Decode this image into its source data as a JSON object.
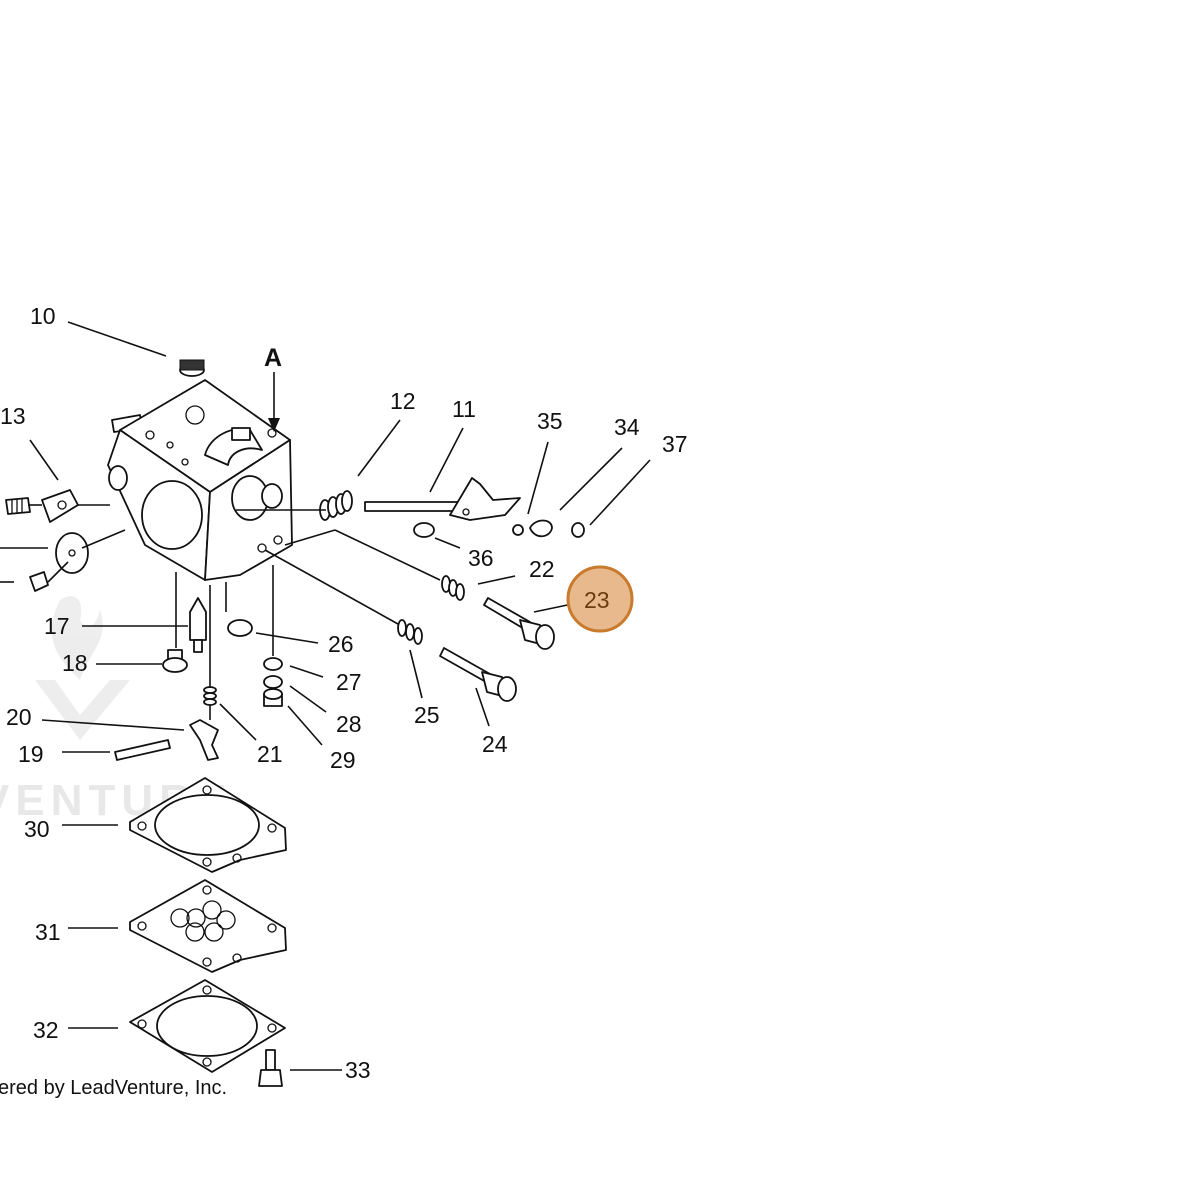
{
  "callouts": {
    "c10": "10",
    "cA": "A",
    "c13": "13",
    "c12": "12",
    "c11": "11",
    "c35": "35",
    "c34": "34",
    "c37": "37",
    "c36": "36",
    "c22": "22",
    "c23": "23",
    "c17": "17",
    "c18": "18",
    "c26": "26",
    "c27": "27",
    "c28": "28",
    "c29": "29",
    "c25": "25",
    "c24": "24",
    "c20": "20",
    "c19": "19",
    "c21": "21",
    "c30": "30",
    "c31": "31",
    "c32": "32",
    "c33": "33"
  },
  "highlighted_part": "23",
  "highlight_color": "#e8b98c",
  "highlight_border_color": "#c97a2c",
  "credit_text": "ered by LeadVenture, Inc.",
  "watermark_text": "VENTURE"
}
